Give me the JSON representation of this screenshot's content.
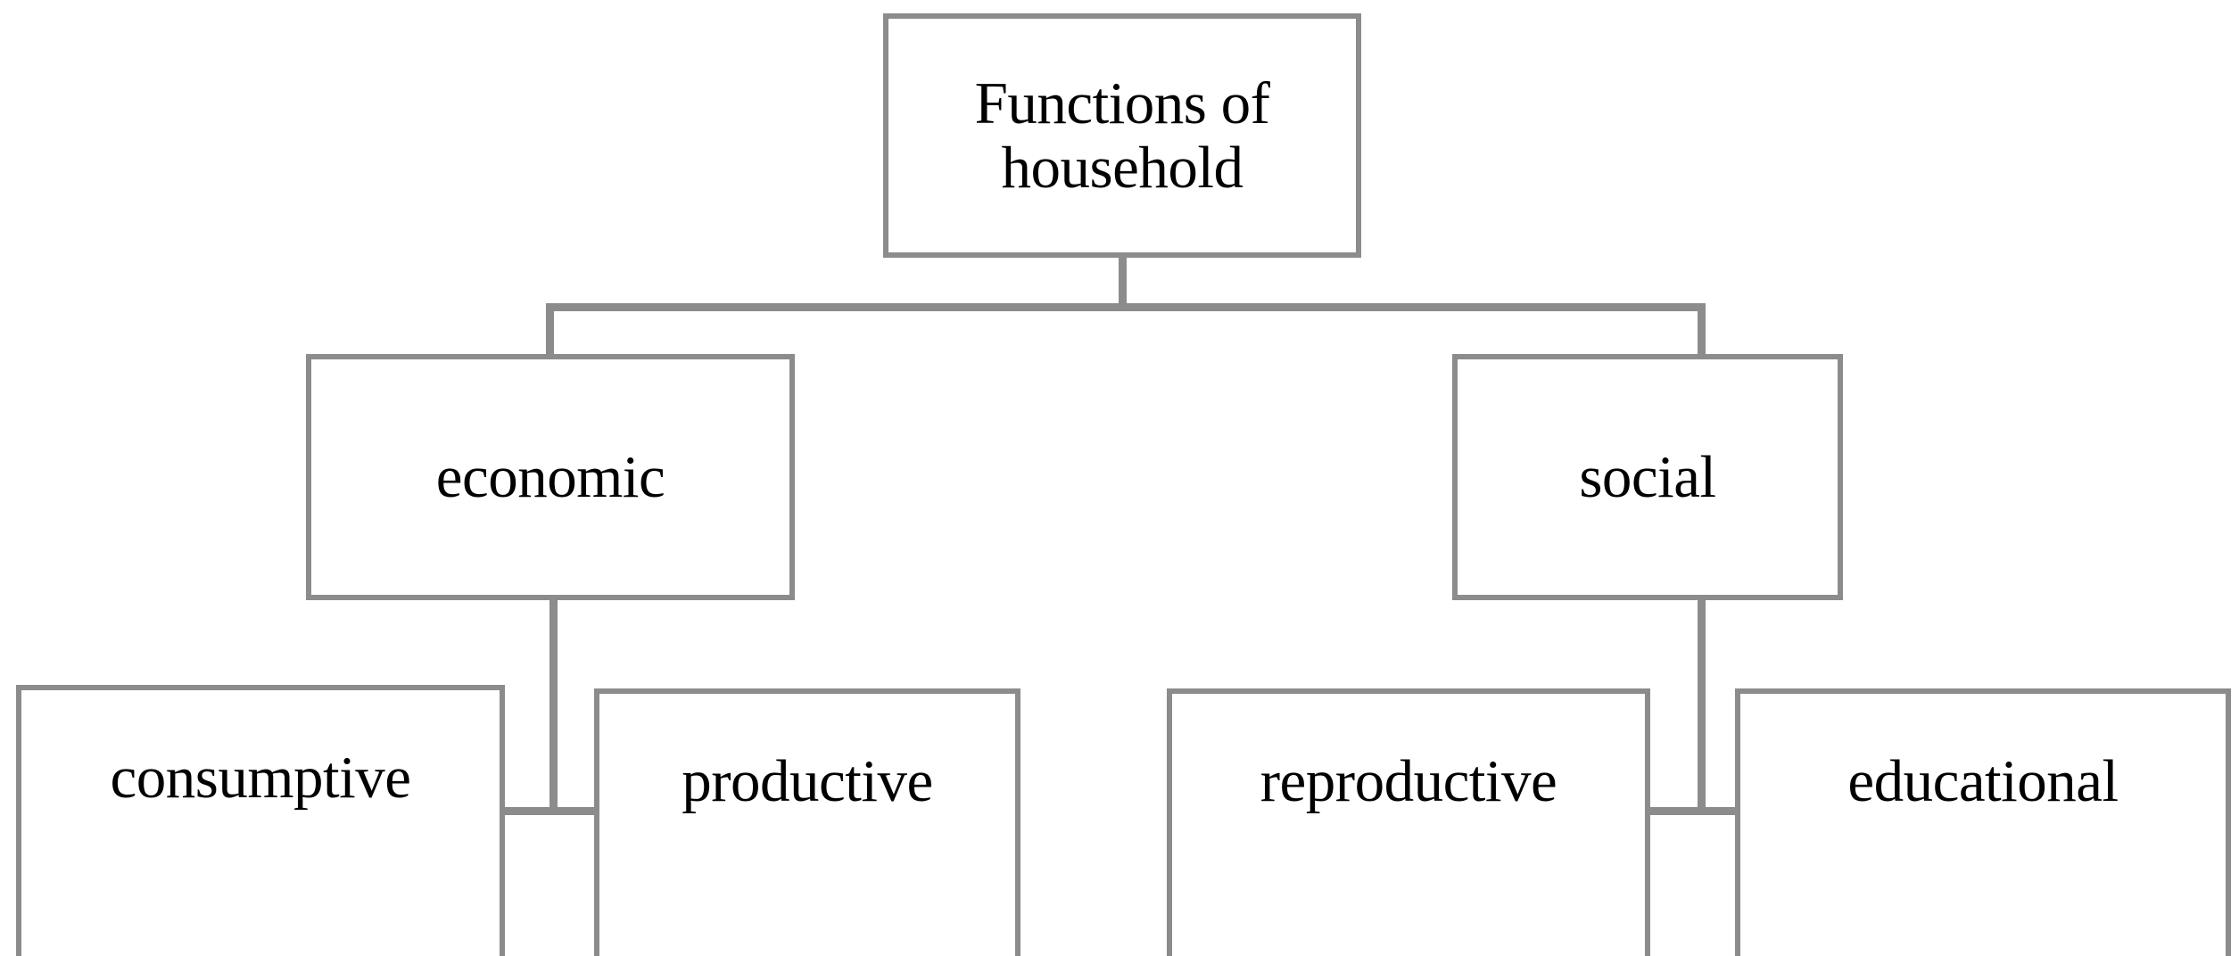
{
  "diagram": {
    "title": "Functions of household",
    "type": "hierarchy-tree",
    "orientation": "top-down",
    "background_color": "#ffffff",
    "border_color": "#8c8c8c",
    "text_color": "#000000",
    "nodes": {
      "root": {
        "label": "Functions of\nhousehold",
        "level": 1
      },
      "economic": {
        "label": "economic",
        "level": 2
      },
      "social": {
        "label": "social",
        "level": 2
      },
      "consumptive": {
        "label": "consumptive",
        "level": 3
      },
      "productive": {
        "label": "productive",
        "level": 3
      },
      "reproductive": {
        "label": "reproductive",
        "level": 3
      },
      "educational": {
        "label": "educational",
        "level": 3
      }
    },
    "edges": [
      {
        "from": "root",
        "to": "economic"
      },
      {
        "from": "root",
        "to": "social"
      },
      {
        "from": "economic",
        "to": "consumptive"
      },
      {
        "from": "economic",
        "to": "productive"
      },
      {
        "from": "social",
        "to": "reproductive"
      },
      {
        "from": "social",
        "to": "educational"
      }
    ]
  }
}
